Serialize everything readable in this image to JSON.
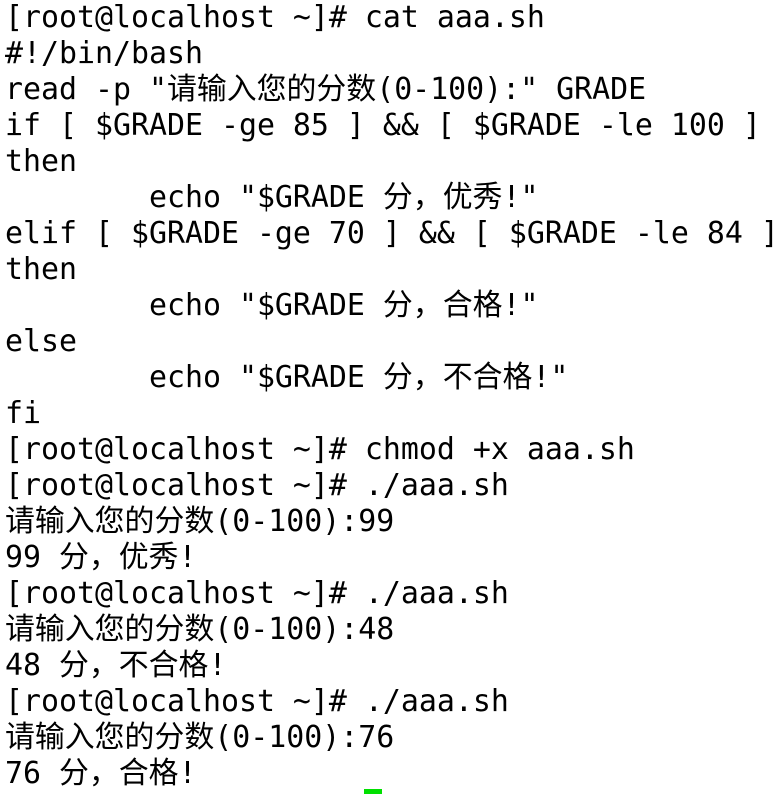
{
  "terminal": {
    "lines": [
      "[root@localhost ~]# cat aaa.sh",
      "#!/bin/bash",
      "read -p \"请输入您的分数(0-100):\" GRADE",
      "if [ $GRADE -ge 85 ] && [ $GRADE -le 100 ]",
      "then",
      "        echo \"$GRADE 分，优秀!\"",
      "elif [ $GRADE -ge 70 ] && [ $GRADE -le 84 ]",
      "then",
      "        echo \"$GRADE 分，合格!\"",
      "else",
      "        echo \"$GRADE 分，不合格!\"",
      "fi",
      "[root@localhost ~]# chmod +x aaa.sh",
      "[root@localhost ~]# ./aaa.sh",
      "请输入您的分数(0-100):99",
      "99 分，优秀!",
      "[root@localhost ~]# ./aaa.sh",
      "请输入您的分数(0-100):48",
      "48 分，不合格!",
      "[root@localhost ~]# ./aaa.sh",
      "请输入您的分数(0-100):76",
      "76 分，合格!"
    ],
    "cursor_color": "#00e000"
  }
}
